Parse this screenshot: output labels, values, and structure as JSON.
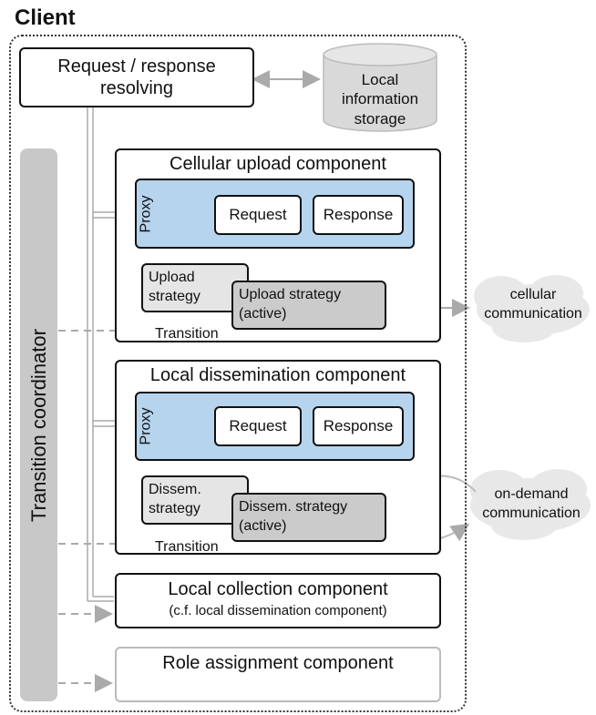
{
  "diagram": {
    "title": "Client",
    "request_resolving": "Request / response resolving",
    "local_storage": "Local information storage",
    "transition_coordinator": "Transition coordinator",
    "cellular": {
      "title": "Cellular upload component",
      "proxy": "Proxy",
      "request": "Request",
      "response": "Response",
      "strategy": "Upload strategy",
      "strategy_active": "Upload strategy (active)",
      "transition": "Transition"
    },
    "local_dissem": {
      "title": "Local dissemination component",
      "proxy": "Proxy",
      "request": "Request",
      "response": "Response",
      "strategy": "Dissem. strategy",
      "strategy_active": "Dissem. strategy (active)",
      "transition": "Transition"
    },
    "local_collection": {
      "title": "Local collection component",
      "subtitle": "(c.f. local dissemination component)"
    },
    "role_assignment": "Role assignment component",
    "cloud_cellular": "cellular communication",
    "cloud_ondemand": "on-demand communication"
  }
}
